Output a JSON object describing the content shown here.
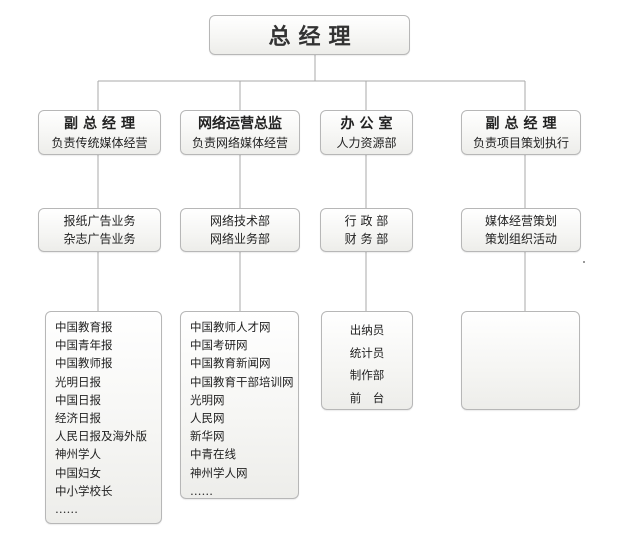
{
  "top": {
    "title": "总经理"
  },
  "departments": [
    {
      "title": "副总经理",
      "subtitle": "负责传统媒体经营",
      "units": [
        "报纸广告业务",
        "杂志广告业务"
      ],
      "items": [
        "中国教育报",
        "中国青年报",
        "中国教师报",
        "光明日报",
        "中国日报",
        "经济日报",
        "人民日报及海外版",
        "神州学人",
        "中国妇女",
        "中小学校长",
        "……"
      ]
    },
    {
      "title": "网络运营总监",
      "subtitle": "负责网络媒体经营",
      "units": [
        "网络技术部",
        "网络业务部"
      ],
      "items": [
        "中国教师人才网",
        "中国考研网",
        "中国教育新闻网",
        "中国教育干部培训网",
        "光明网",
        "人民网",
        "新华网",
        "中青在线",
        "神州学人网",
        "……"
      ]
    },
    {
      "title": "办公室",
      "subtitle": "人力资源部",
      "units": [
        "行 政 部",
        "财 务 部"
      ],
      "items": [
        "出纳员",
        "统计员",
        "制作部",
        "前　台"
      ]
    },
    {
      "title": "副总经理",
      "subtitle": "负责项目策划执行",
      "units": [
        "媒体经营策划",
        "策划组织活动"
      ],
      "items": []
    }
  ]
}
